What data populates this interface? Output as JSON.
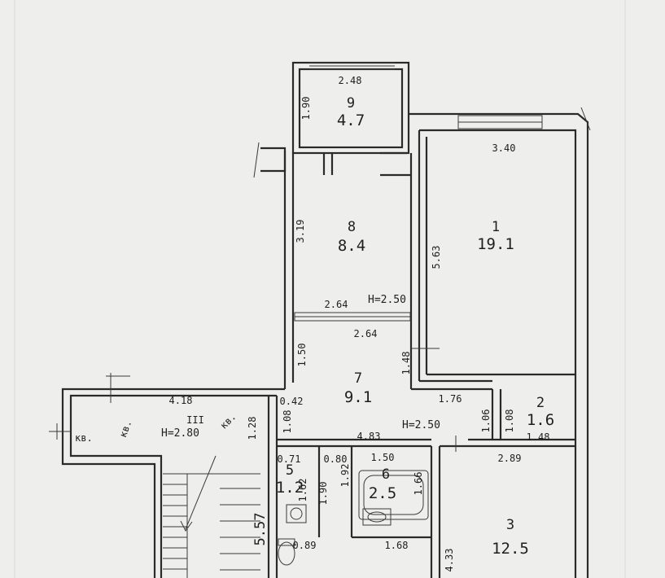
{
  "rooms": [
    {
      "number": "9",
      "area": "4.7"
    },
    {
      "number": "8",
      "area": "8.4"
    },
    {
      "number": "1",
      "area": "19.1"
    },
    {
      "number": "7",
      "area": "9.1"
    },
    {
      "number": "2",
      "area": "1.6"
    },
    {
      "number": "5",
      "area": "1.2"
    },
    {
      "number": "6",
      "area": "2.5"
    },
    {
      "number": "3",
      "area": "12.5"
    },
    {
      "number": "III"
    }
  ],
  "heights": {
    "upper": "H=2.50",
    "lower": "H=2.50",
    "stair": "H=2.80"
  },
  "dimensions": {
    "r9_width": "2.48",
    "r9_depth": "1.90",
    "r1_width": "3.40",
    "r1_depth": "5.63",
    "r8_depth": "3.19",
    "r8_width": "2.64",
    "r7_width": "2.64",
    "r7_depth": "1.50",
    "r1_corner": "1.48",
    "r1_bottom": "1.76",
    "stair_width": "4.18",
    "stair_0_42": "0.42",
    "stair_1_28": "1.28",
    "r7_1_08": "1.08",
    "hall_width": "4.83",
    "r2_1_06": "1.06",
    "r2_1_08": "1.08",
    "r2_1_48": "1.48",
    "r3_width": "2.89",
    "r5_0_71": "0.71",
    "r5_0_80": "0.80",
    "r6_1_50": "1.50",
    "r5_1_92": "1.92",
    "r5_1_62": "1.62",
    "r5_1_90": "1.90",
    "r6_1_66": "1.66",
    "r4_0_89": "0.89",
    "r6_1_68": "1.68",
    "r3_4_33": "4.33",
    "stair_5_57": "5.57"
  },
  "neighbors": {
    "kv1": "кв.",
    "kv2": "кв.",
    "kv3": "кв."
  }
}
